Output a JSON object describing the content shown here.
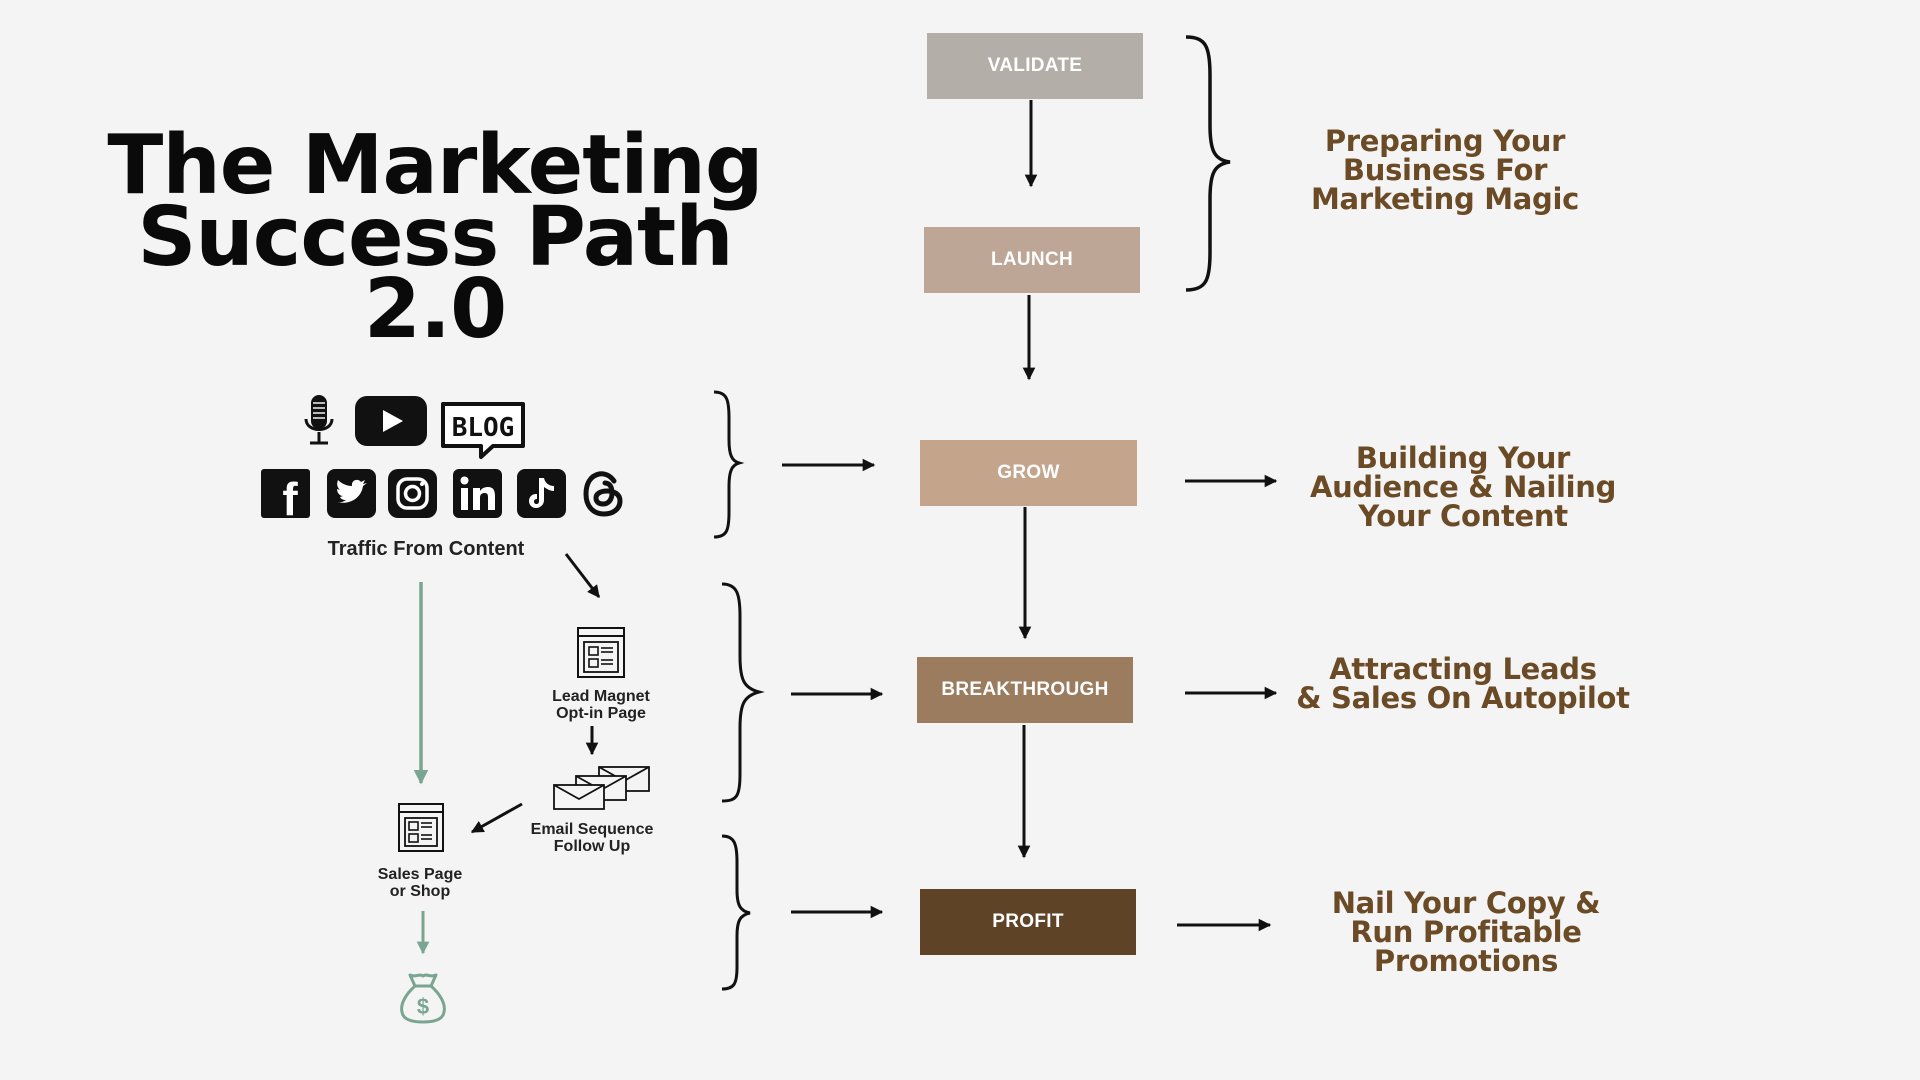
{
  "title": {
    "line1": "The Marketing",
    "line2": "Success Path 2.0"
  },
  "steps": [
    {
      "label": "VALIDATE",
      "color": "#b3aea8"
    },
    {
      "label": "LAUNCH",
      "color": "#bea696"
    },
    {
      "label": "GROW",
      "color": "#c4a48b"
    },
    {
      "label": "BREAKTHROUGH",
      "color": "#9c7c5e"
    },
    {
      "label": "PROFIT",
      "color": "#5f4327"
    }
  ],
  "descriptions": [
    {
      "lines": [
        "Preparing Your",
        "Business For",
        "Marketing Magic"
      ]
    },
    {
      "lines": [
        "Building Your",
        "Audience & Nailing",
        "Your Content"
      ]
    },
    {
      "lines": [
        "Attracting Leads",
        "& Sales On Autopilot"
      ]
    },
    {
      "lines": [
        "Nail Your Copy &",
        "Run Profitable",
        "Promotions"
      ]
    }
  ],
  "funnel": {
    "traffic_label": "Traffic From Content",
    "lead_magnet": [
      "Lead Magnet",
      "Opt-in Page"
    ],
    "email_sequence": [
      "Email Sequence",
      "Follow Up"
    ],
    "sales_page": [
      "Sales Page",
      "or Shop"
    ],
    "blog_text": "BLOG"
  },
  "icons": {
    "content": [
      "microphone-icon",
      "youtube-icon",
      "blog-icon"
    ],
    "social": [
      "facebook-icon",
      "twitter-icon",
      "instagram-icon",
      "linkedin-icon",
      "tiktok-icon",
      "threads-icon"
    ],
    "funnel": [
      "webpage-icon",
      "envelopes-icon",
      "money-bag-icon"
    ]
  },
  "colors": {
    "accent_text": "#6b4a26",
    "funnel_green": "#7aa592",
    "arrow": "#111111"
  }
}
